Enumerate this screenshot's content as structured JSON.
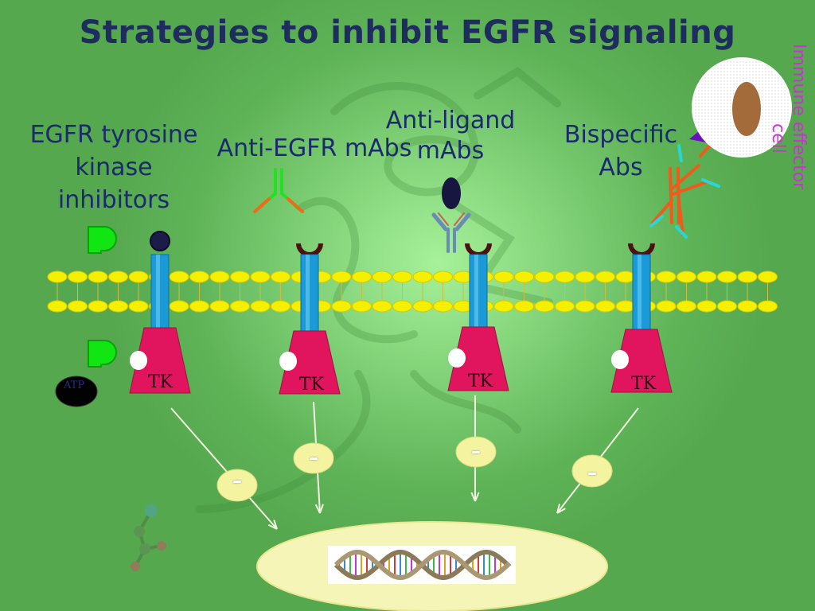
{
  "title": "Strategies to inhibit EGFR signaling",
  "labels": {
    "tki": [
      "EGFR tyrosine",
      "kinase",
      "inhibitors"
    ],
    "anti_egfr": "Anti-EGFR mAbs",
    "anti_ligand": [
      "Anti-ligand",
      "mAbs"
    ],
    "bispecific": [
      "Bispecific",
      "Abs"
    ],
    "immune_cell": [
      "Immune effector",
      "cell"
    ]
  },
  "receptors": [
    {
      "kinase_label": "TK"
    },
    {
      "kinase_label": "TK"
    },
    {
      "kinase_label": "TK"
    },
    {
      "kinase_label": "TK"
    }
  ],
  "atp_label": "ATP",
  "inhibition_symbol": "–",
  "colors": {
    "background": "#7fd076",
    "title": "#1f2d5e",
    "labels": "#1a2a6c",
    "immune_label": "#d02fd6",
    "membrane_lipid": "#f4f000",
    "receptor_stalk": "#1a9ad6",
    "kinase_domain": "#e0155e",
    "ligand_pocket": "#4a1212",
    "inhibitor_bubble": "#f4f4a0",
    "nucleus": "#f5f5b8"
  },
  "icons": [
    "inhibitor-p-icon",
    "antibody-icon",
    "bispecific-antibody-icon",
    "dna-helix-icon",
    "effector-cell-icon"
  ]
}
